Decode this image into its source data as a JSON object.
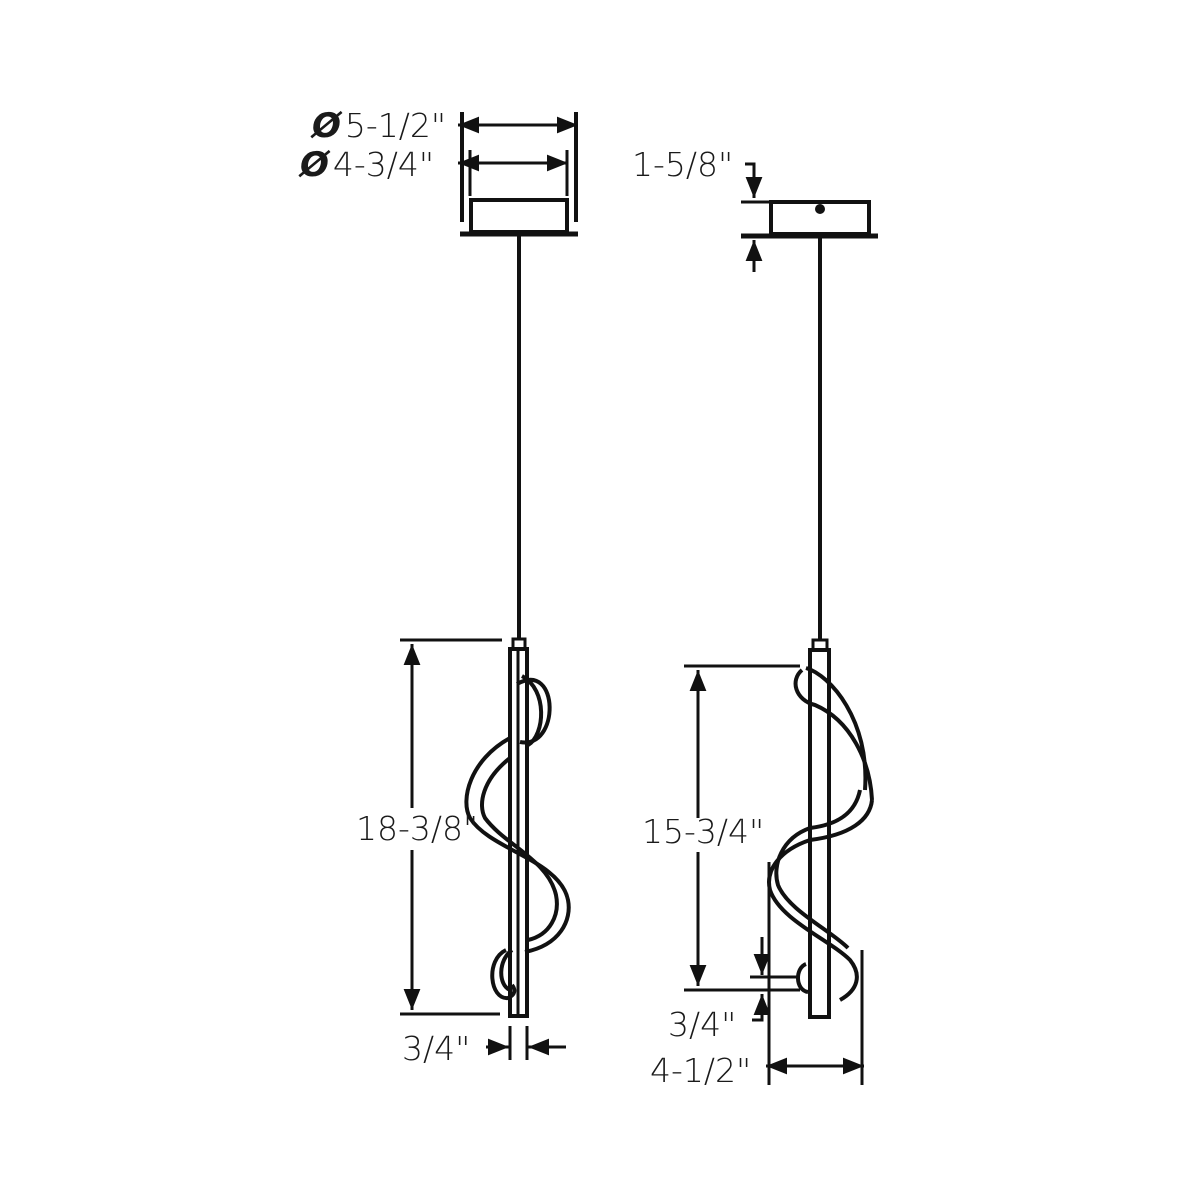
{
  "colors": {
    "background": "#ffffff",
    "line": "#111111",
    "text": "#1a1a1a"
  },
  "views": {
    "front": {
      "name": "front-view",
      "canopy": {
        "outer_diameter_label": "5-1/2\"",
        "inner_diameter_label": "4-3/4\"",
        "diameter_symbol": "Ø"
      },
      "fixture": {
        "overall_height_label": "18-3/8\"",
        "stem_width_label": "3/4\""
      }
    },
    "side": {
      "name": "side-view",
      "canopy": {
        "height_label": "1-5/8\""
      },
      "fixture": {
        "spiral_height_label": "15-3/4\"",
        "bottom_offset_label": "3/4\"",
        "spiral_width_label": "4-1/2\""
      }
    }
  }
}
